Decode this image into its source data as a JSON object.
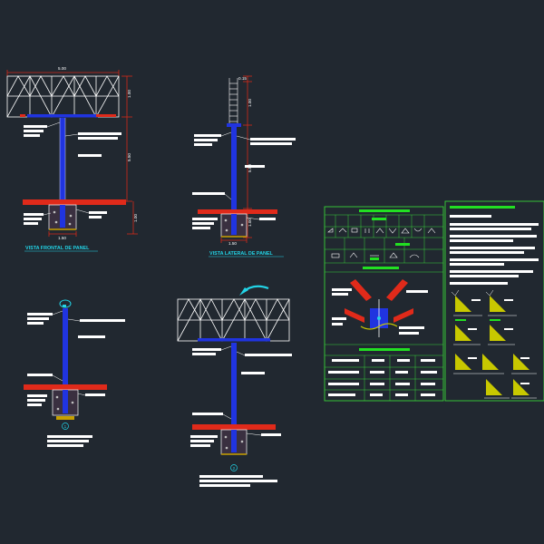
{
  "views": {
    "frontal": {
      "title": "VISTA FRONTAL DE PANEL",
      "dim_width": "5.00",
      "dim_panel_h": "1.00",
      "dim_total_h": "5.50",
      "dim_footing_w": "1.50",
      "dim_footing_d": "1.00"
    },
    "lateral": {
      "title": "VISTA LATERAL DE PANEL",
      "dim_top": "0.15",
      "dim_upper": "1.00",
      "dim_mid": "5.50",
      "dim_lower": "1.00",
      "dim_footing_w": "1.50"
    },
    "detail_1": {
      "marker": "1"
    },
    "detail_2": {
      "marker": "2"
    }
  },
  "colors": {
    "background": "#212830",
    "steel_column": "#2034e0",
    "outline": "#ffffff",
    "concrete": "#e02a1a",
    "dimension": "#d42a1a",
    "title": "#22d3e6",
    "table_frame": "#38d038",
    "table_highlight": "#22e022",
    "detail_fill": "#c8c800"
  }
}
